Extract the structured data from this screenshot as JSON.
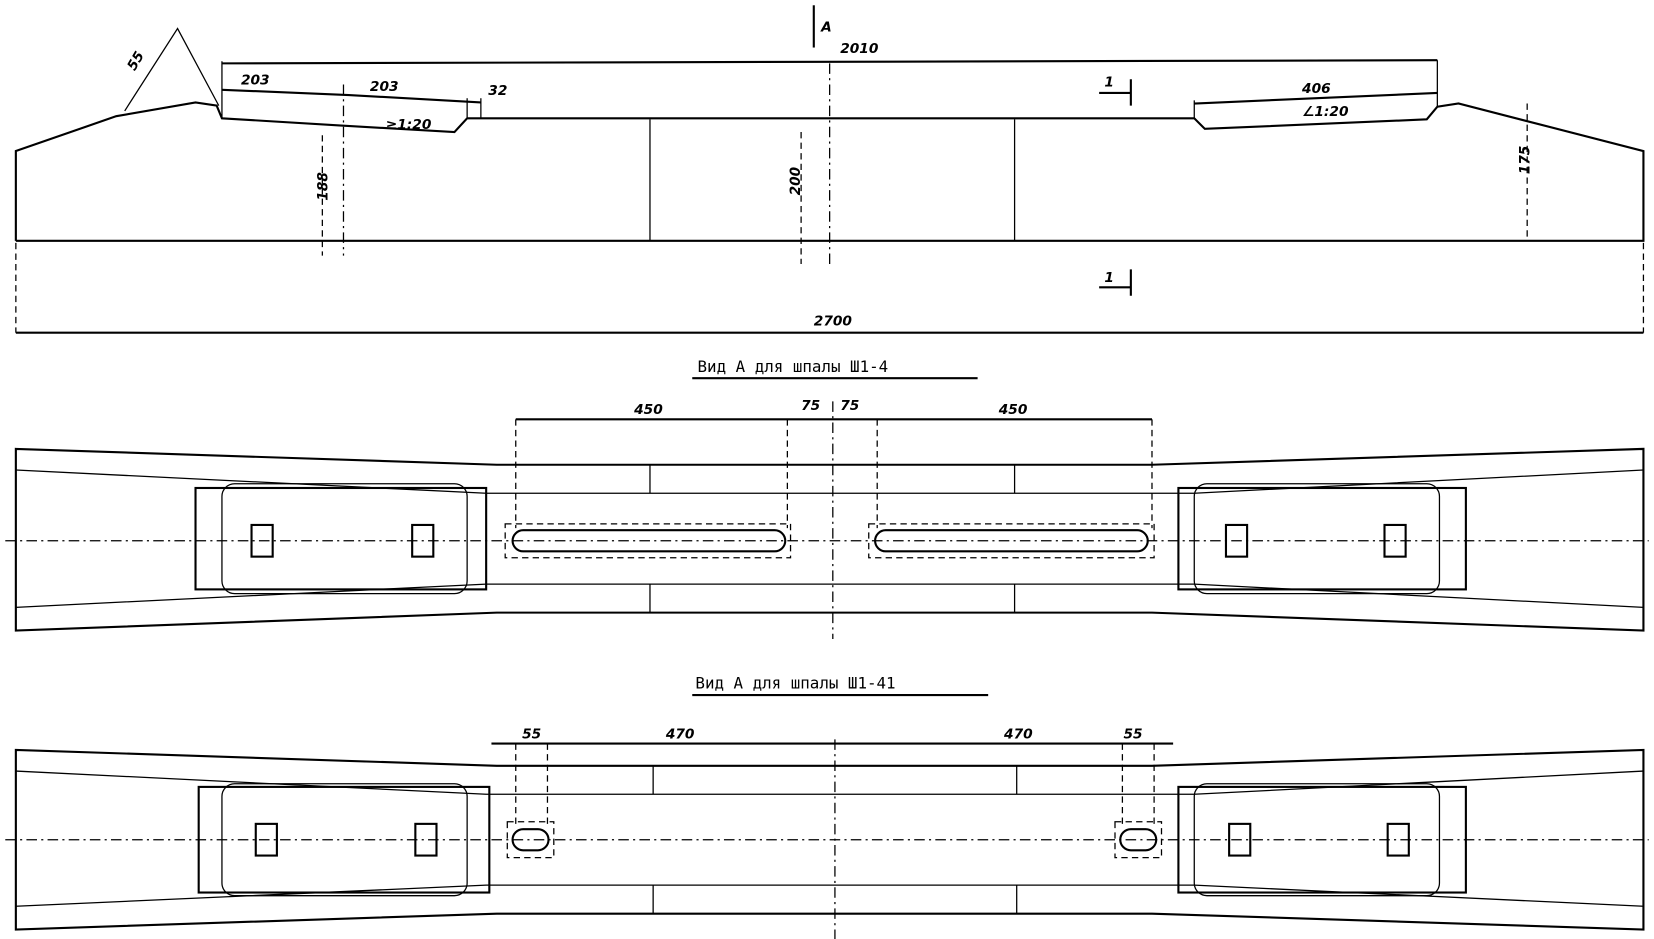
{
  "elevation": {
    "section_view_label": "А",
    "dim_rail_seats": "2010",
    "dim_angle": "55",
    "dim_left_seat_1": "203",
    "dim_left_seat_2": "203",
    "dim_left_step": "32",
    "left_slope": "≥1:20",
    "dim_height_end": "188",
    "dim_height_middle": "200",
    "dim_right_seat": "406",
    "right_slope": "∠1:20",
    "dim_height_right": "175",
    "section_mark_top": "1",
    "section_mark_bottom": "1",
    "dim_total_length": "2700"
  },
  "view_a_sh1_4": {
    "title": "Вид А для шпалы Ш1-4",
    "dims": [
      "450",
      "75",
      "75",
      "450"
    ]
  },
  "view_a_sh1_41": {
    "title": "Вид А для шпалы Ш1-41",
    "dims": [
      "55",
      "470",
      "470",
      "55"
    ]
  }
}
